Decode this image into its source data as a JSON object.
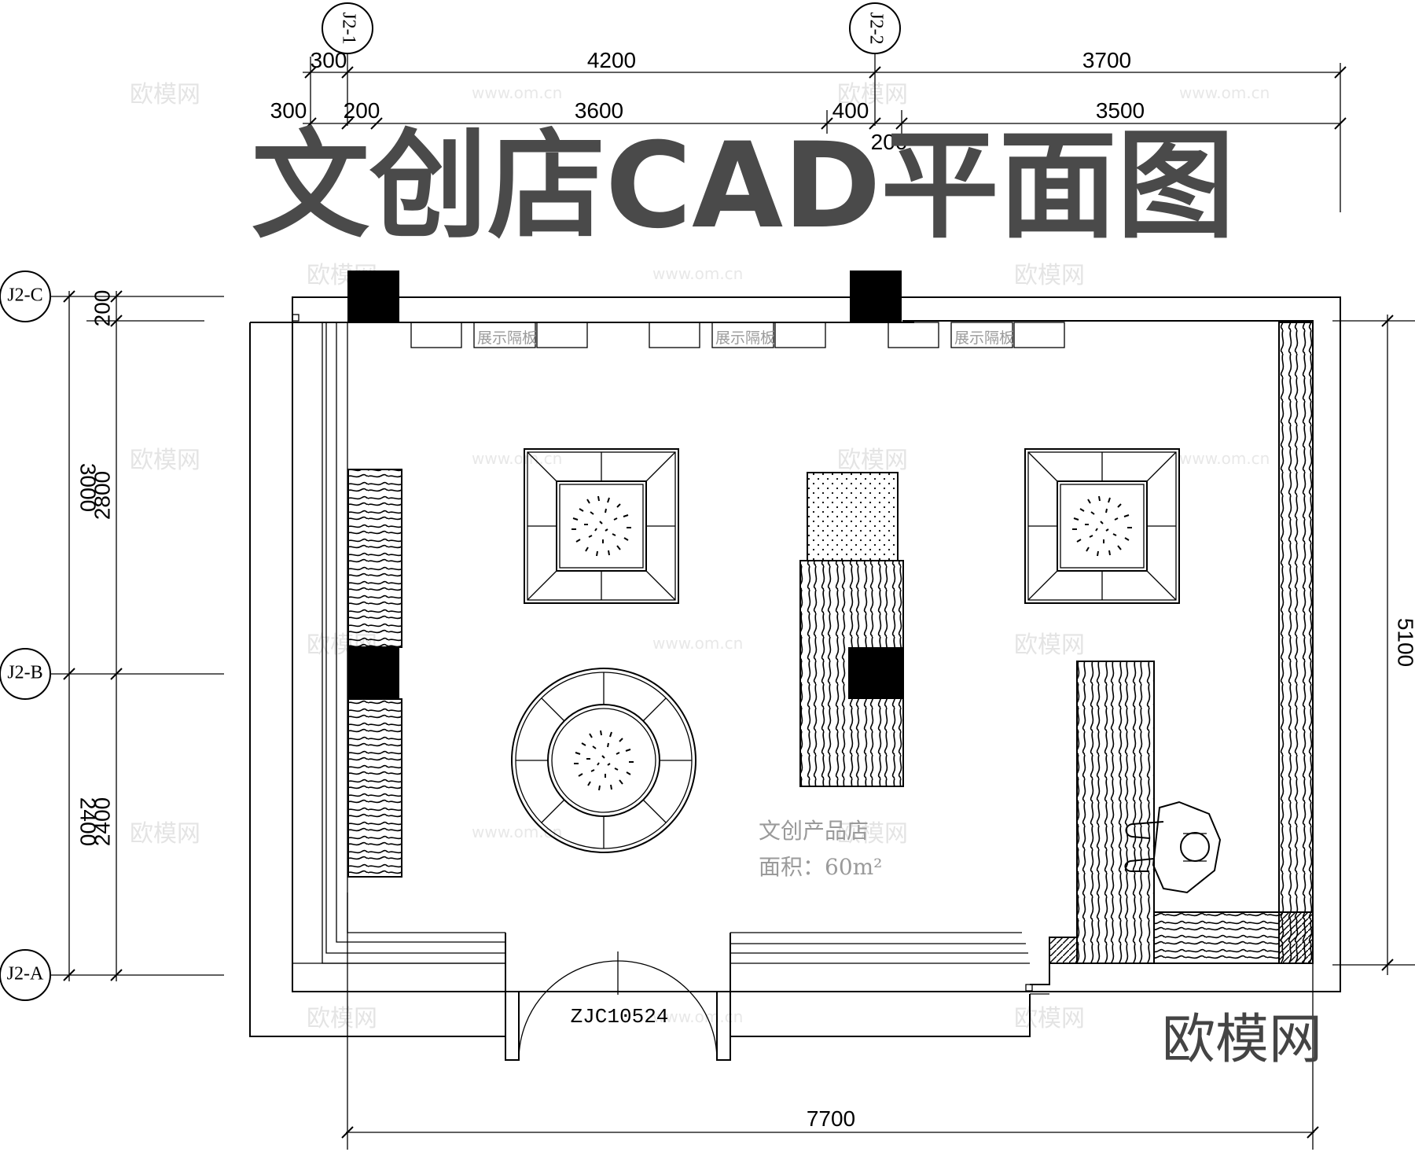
{
  "title": "文创店CAD平面图",
  "watermark": {
    "text": "欧模网",
    "url": "www.om.cn"
  },
  "brand": "欧模网",
  "axes": {
    "columns": [
      "J2-1",
      "J2-2"
    ],
    "rows": [
      "J2-C",
      "J2-B",
      "J2-A"
    ]
  },
  "dimensions": {
    "top_row1": [
      "300",
      "4200",
      "3700"
    ],
    "top_row2": [
      "300",
      "200",
      "3600",
      "400",
      "200",
      "3500"
    ],
    "left_outer": [
      "3000",
      "2400"
    ],
    "left_inner": [
      "200",
      "2800",
      "2400"
    ],
    "right": "5100",
    "bottom": "7700"
  },
  "labels": {
    "display_panel": "展示隔板",
    "room_name": "文创产品店",
    "room_area": "面积：60m²",
    "door_code": "ZJC10524"
  },
  "colors": {
    "title": "#4a4a4a",
    "label": "#9a9a9a",
    "watermark": "#e4e4e4"
  },
  "icons": [
    "plant-icon",
    "person-icon",
    "column-icon"
  ]
}
